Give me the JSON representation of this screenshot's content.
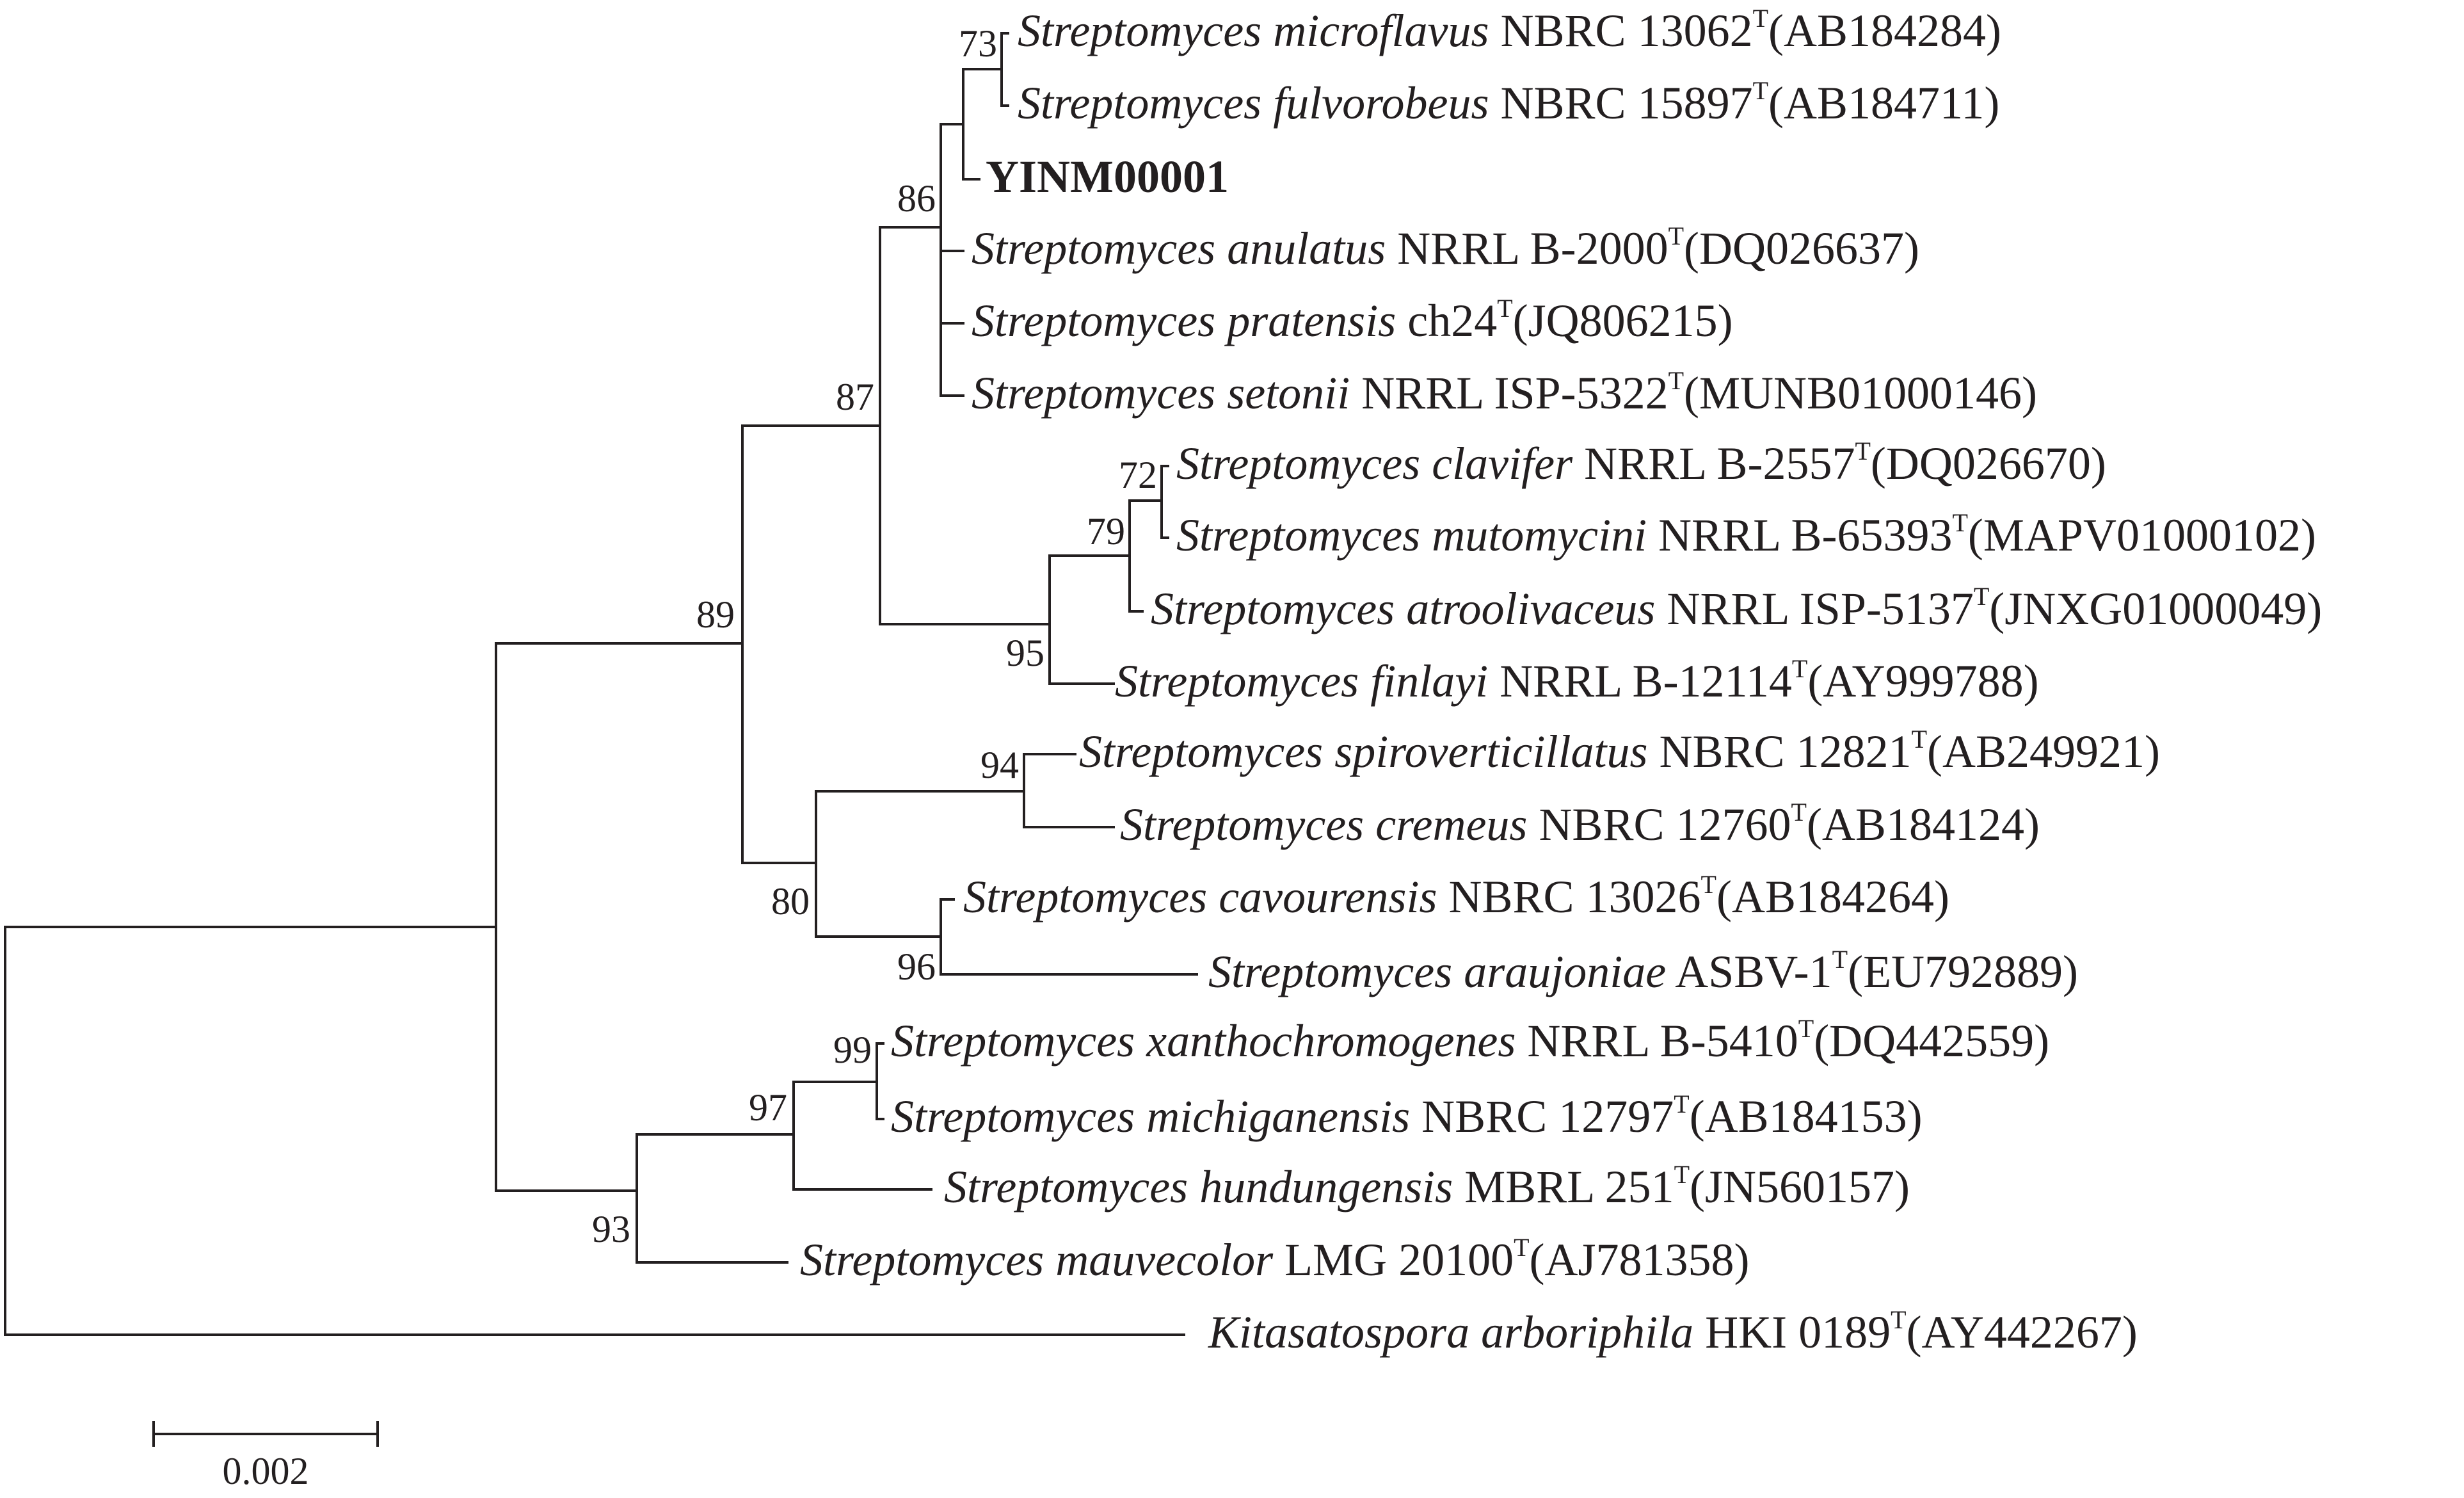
{
  "tree": {
    "taxa": [
      {
        "id": "t1",
        "genus": "Streptomyces",
        "epithet": "microflavus",
        "strain": "NBRC 13062",
        "superscript": "T",
        "accession": "(AB184284)"
      },
      {
        "id": "t2",
        "genus": "Streptomyces",
        "epithet": "fulvorobeus",
        "strain": "NBRC 15897",
        "superscript": "T",
        "accession": "(AB184711)"
      },
      {
        "id": "t3",
        "label": "YINM00001",
        "bold": true
      },
      {
        "id": "t4",
        "genus": "Streptomyces",
        "epithet": "anulatus",
        "strain": "NRRL B-2000",
        "superscript": "T",
        "accession": "(DQ026637)"
      },
      {
        "id": "t5",
        "genus": "Streptomyces",
        "epithet": "pratensis",
        "strain": "ch24",
        "superscript": "T",
        "accession": "(JQ806215)"
      },
      {
        "id": "t6",
        "genus": "Streptomyces",
        "epithet": "setonii",
        "strain": "NRRL ISP-5322",
        "superscript": "T",
        "accession": "(MUNB01000146)"
      },
      {
        "id": "t7",
        "genus": "Streptomyces",
        "epithet": "clavifer",
        "strain": "NRRL B-2557",
        "superscript": "T",
        "accession": "(DQ026670)"
      },
      {
        "id": "t8",
        "genus": "Streptomyces",
        "epithet": "mutomycini",
        "strain": "NRRL B-65393",
        "superscript": "T",
        "accession": "(MAPV01000102)"
      },
      {
        "id": "t9",
        "genus": "Streptomyces",
        "epithet": "atroolivaceus",
        "strain": "NRRL ISP-5137",
        "superscript": "T",
        "accession": "(JNXG01000049)"
      },
      {
        "id": "t10",
        "genus": "Streptomyces",
        "epithet": "finlayi",
        "strain": "NRRL B-12114",
        "superscript": "T",
        "accession": "(AY999788)"
      },
      {
        "id": "t11",
        "genus": "Streptomyces",
        "epithet": "spiroverticillatus",
        "strain": "NBRC 12821",
        "superscript": "T",
        "accession": "(AB249921)"
      },
      {
        "id": "t12",
        "genus": "Streptomyces",
        "epithet": "cremeus",
        "strain": "NBRC 12760",
        "superscript": "T",
        "accession": "(AB184124)"
      },
      {
        "id": "t13",
        "genus": "Streptomyces",
        "epithet": "cavourensis",
        "strain": "NBRC 13026",
        "superscript": "T",
        "accession": "(AB184264)"
      },
      {
        "id": "t14",
        "genus": "Streptomyces",
        "epithet": "araujoniae",
        "strain": "ASBV-1",
        "superscript": "T",
        "accession": "(EU792889)"
      },
      {
        "id": "t15",
        "genus": "Streptomyces",
        "epithet": "xanthochromogenes",
        "strain": "NRRL B-5410",
        "superscript": "T",
        "accession": "(DQ442559)"
      },
      {
        "id": "t16",
        "genus": "Streptomyces",
        "epithet": "michiganensis",
        "strain": "NBRC 12797",
        "superscript": "T",
        "accession": "(AB184153)"
      },
      {
        "id": "t17",
        "genus": "Streptomyces",
        "epithet": "hundungensis",
        "strain": "MBRL 251",
        "superscript": "T",
        "accession": "(JN560157)"
      },
      {
        "id": "t18",
        "genus": "Streptomyces",
        "epithet": "mauvecolor",
        "strain": "LMG 20100",
        "superscript": "T",
        "accession": "(AJ781358)"
      },
      {
        "id": "t19",
        "genus": "Kitasatospora",
        "epithet": "arboriphila",
        "strain": "HKI 0189",
        "superscript": "T",
        "accession": "(AY442267)"
      }
    ],
    "bootstrap": [
      "73",
      "86",
      "87",
      "72",
      "79",
      "95",
      "89",
      "94",
      "80",
      "96",
      "99",
      "97",
      "93"
    ]
  },
  "scale_bar": {
    "label": "0.002"
  }
}
